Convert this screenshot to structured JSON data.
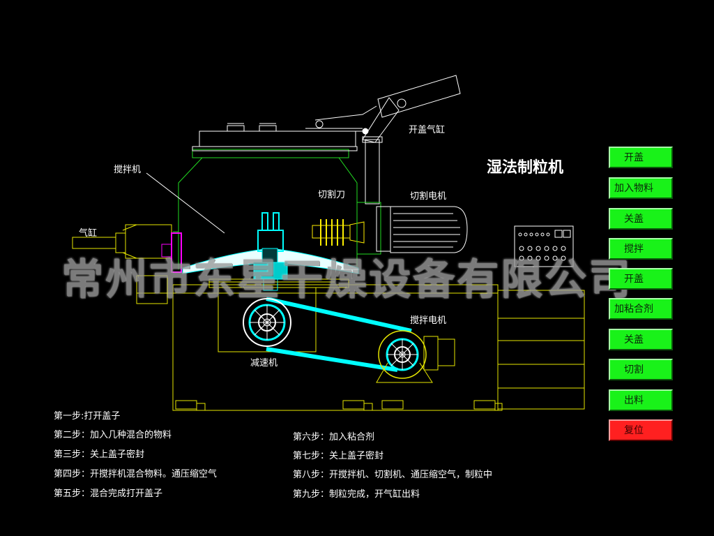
{
  "title": "湿法制粒机",
  "labels": {
    "mixer": "搅拌机",
    "cylinder": "气缸",
    "cutter": "切割刀",
    "cutter_motor": "切割电机",
    "lid_cylinder": "开盖气缸",
    "mixer_motor": "搅拌电机",
    "reducer": "减速机"
  },
  "watermark": "常州市东星干燥设备有限公司",
  "steps_left": [
    "第一步:打开盖子",
    "第二步：加入几种混合的物料",
    "第三步：关上盖子密封",
    "第四步：开搅拌机混合物料。通压缩空气",
    "第五步：混合完成打开盖子"
  ],
  "steps_right": [
    "第六步：加入粘合剂",
    "第七步：关上盖子密封",
    "第八步：开搅拌机、切割机、通压缩空气，制粒中",
    "第九步：制粒完成，开气缸出料"
  ],
  "buttons": [
    {
      "label": "开盖"
    },
    {
      "label": "加入物料"
    },
    {
      "label": "关盖"
    },
    {
      "label": "搅拌"
    },
    {
      "label": "开盖"
    },
    {
      "label": "加粘合剂"
    },
    {
      "label": "关盖"
    },
    {
      "label": "切割"
    },
    {
      "label": "出料"
    },
    {
      "label": "复位"
    }
  ],
  "colors": {
    "line": "#e6e600",
    "vessel": "#22dd22",
    "cyan": "#00ffff",
    "magenta": "#ff00ff",
    "button_green": "#19f219",
    "button_red": "#ff2020"
  }
}
